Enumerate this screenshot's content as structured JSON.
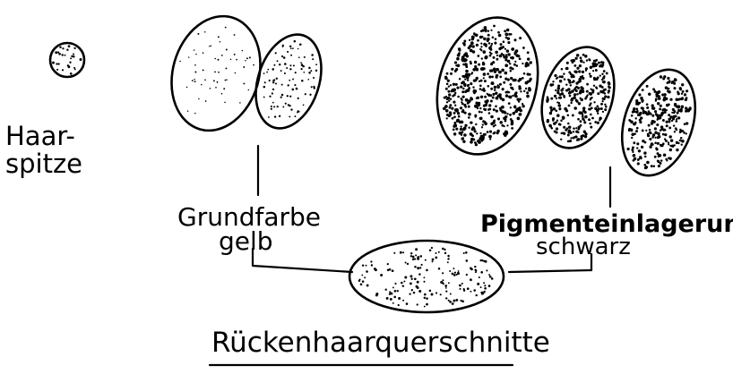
{
  "labels": {
    "tip_line1": "Haar-",
    "tip_line2": "spitze",
    "base_line1": "Grundfarbe",
    "base_line2": "gelb",
    "pigment_line1": "Pigmenteinlagerung",
    "pigment_line2": "schwarz",
    "title": "Rückenhaarquerschnitte"
  },
  "cross_sections": [
    {
      "name": "hair-tip",
      "stipple": "dense-fine"
    },
    {
      "name": "ground-color-large",
      "stipple": "sparse"
    },
    {
      "name": "ground-color-small",
      "stipple": "medium"
    },
    {
      "name": "pigment-1",
      "stipple": "very-dense"
    },
    {
      "name": "pigment-2",
      "stipple": "very-dense"
    },
    {
      "name": "pigment-3",
      "stipple": "very-dense"
    },
    {
      "name": "combined-section",
      "stipple": "medium"
    }
  ],
  "colors": {
    "ink": "#000000",
    "paper": "#ffffff"
  }
}
